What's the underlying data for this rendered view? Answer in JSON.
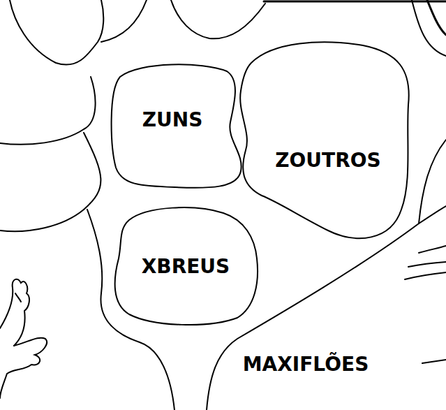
{
  "diagram": {
    "nodes": [
      {
        "text": [
          "ZUNS"
        ]
      },
      {
        "text": [
          "ZOUTROS"
        ]
      },
      {
        "text": [
          "XBREUS"
        ]
      },
      {
        "text": [
          "MAXIFLÕES"
        ]
      }
    ]
  }
}
